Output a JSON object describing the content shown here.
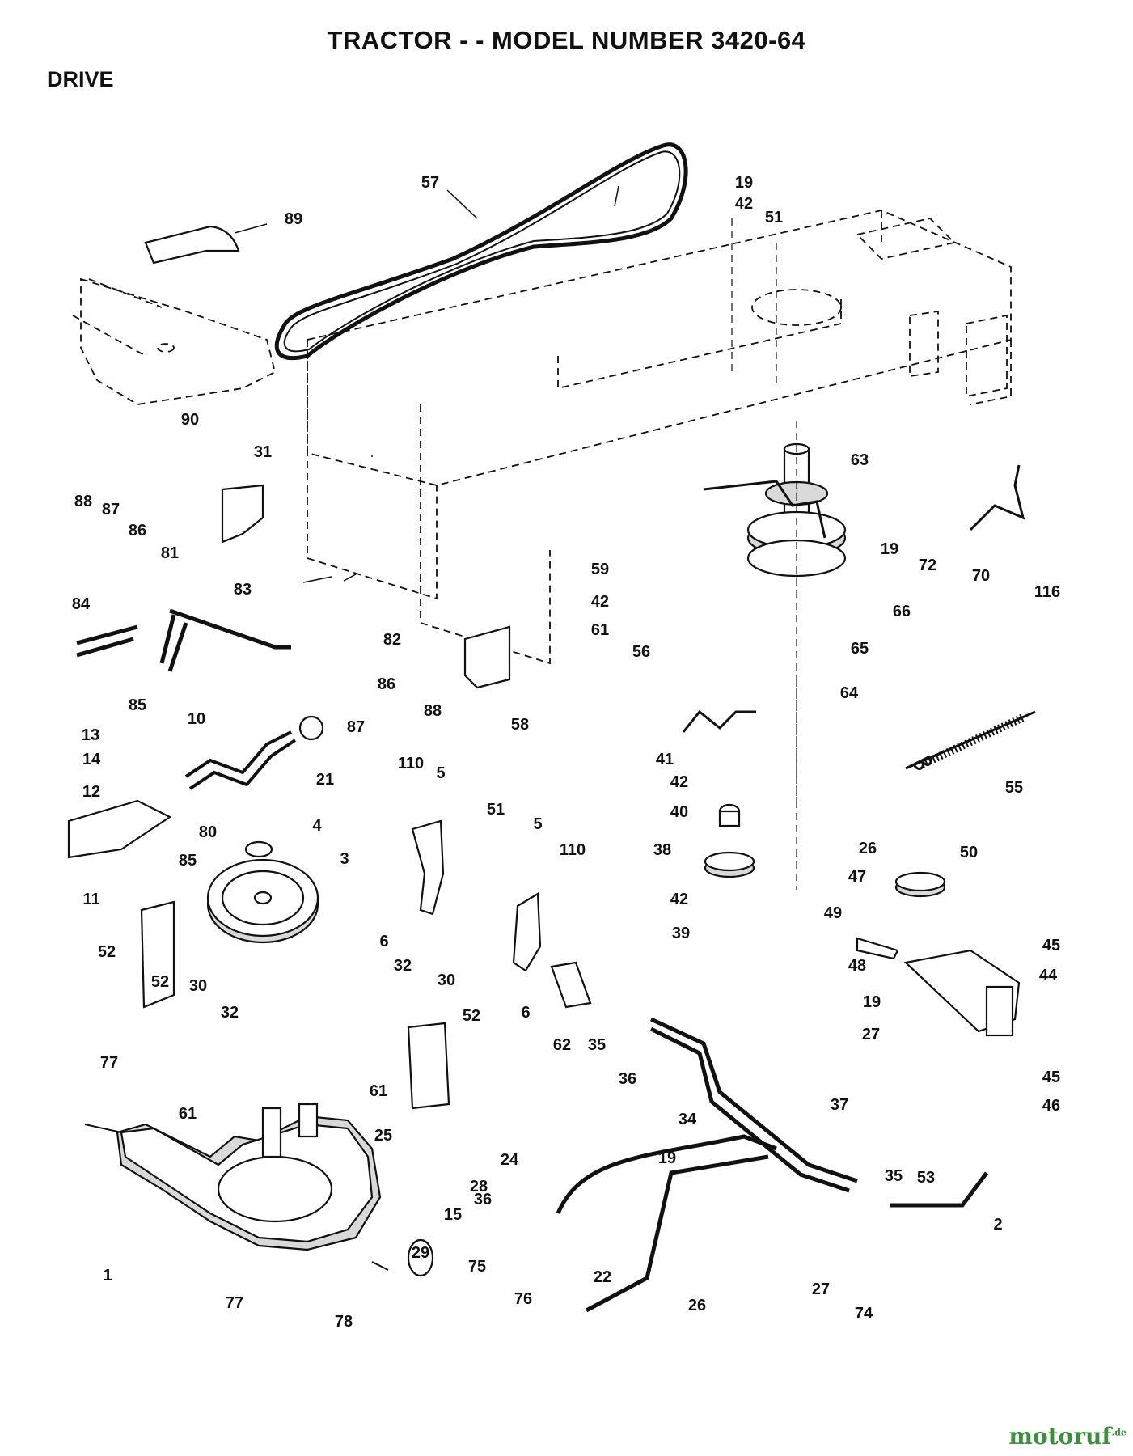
{
  "title": "TRACTOR - - MODEL NUMBER 3420-64",
  "section": "DRIVE",
  "watermark": {
    "brand": "motoruf",
    "tld": ".de"
  },
  "callouts": [
    "57",
    "89",
    "19",
    "42",
    "51",
    "90",
    "31",
    "63",
    "19",
    "72",
    "70",
    "116",
    "88",
    "87",
    "86",
    "81",
    "83",
    "82",
    "59",
    "42",
    "61",
    "66",
    "56",
    "84",
    "86",
    "88",
    "85",
    "87",
    "65",
    "64",
    "58",
    "21",
    "10",
    "13",
    "14",
    "41",
    "42",
    "40",
    "55",
    "110",
    "5",
    "12",
    "80",
    "51",
    "5",
    "4",
    "85",
    "3",
    "110",
    "26",
    "50",
    "38",
    "47",
    "11",
    "6",
    "42",
    "39",
    "49",
    "45",
    "52",
    "44",
    "48",
    "52",
    "30",
    "32",
    "32",
    "30",
    "52",
    "6",
    "62",
    "35",
    "36",
    "19",
    "27",
    "45",
    "46",
    "77",
    "61",
    "61",
    "34",
    "37",
    "25",
    "24",
    "28",
    "19",
    "36",
    "35",
    "53",
    "2",
    "15",
    "1",
    "77",
    "29",
    "22",
    "26",
    "27",
    "74",
    "75",
    "78",
    "76"
  ]
}
